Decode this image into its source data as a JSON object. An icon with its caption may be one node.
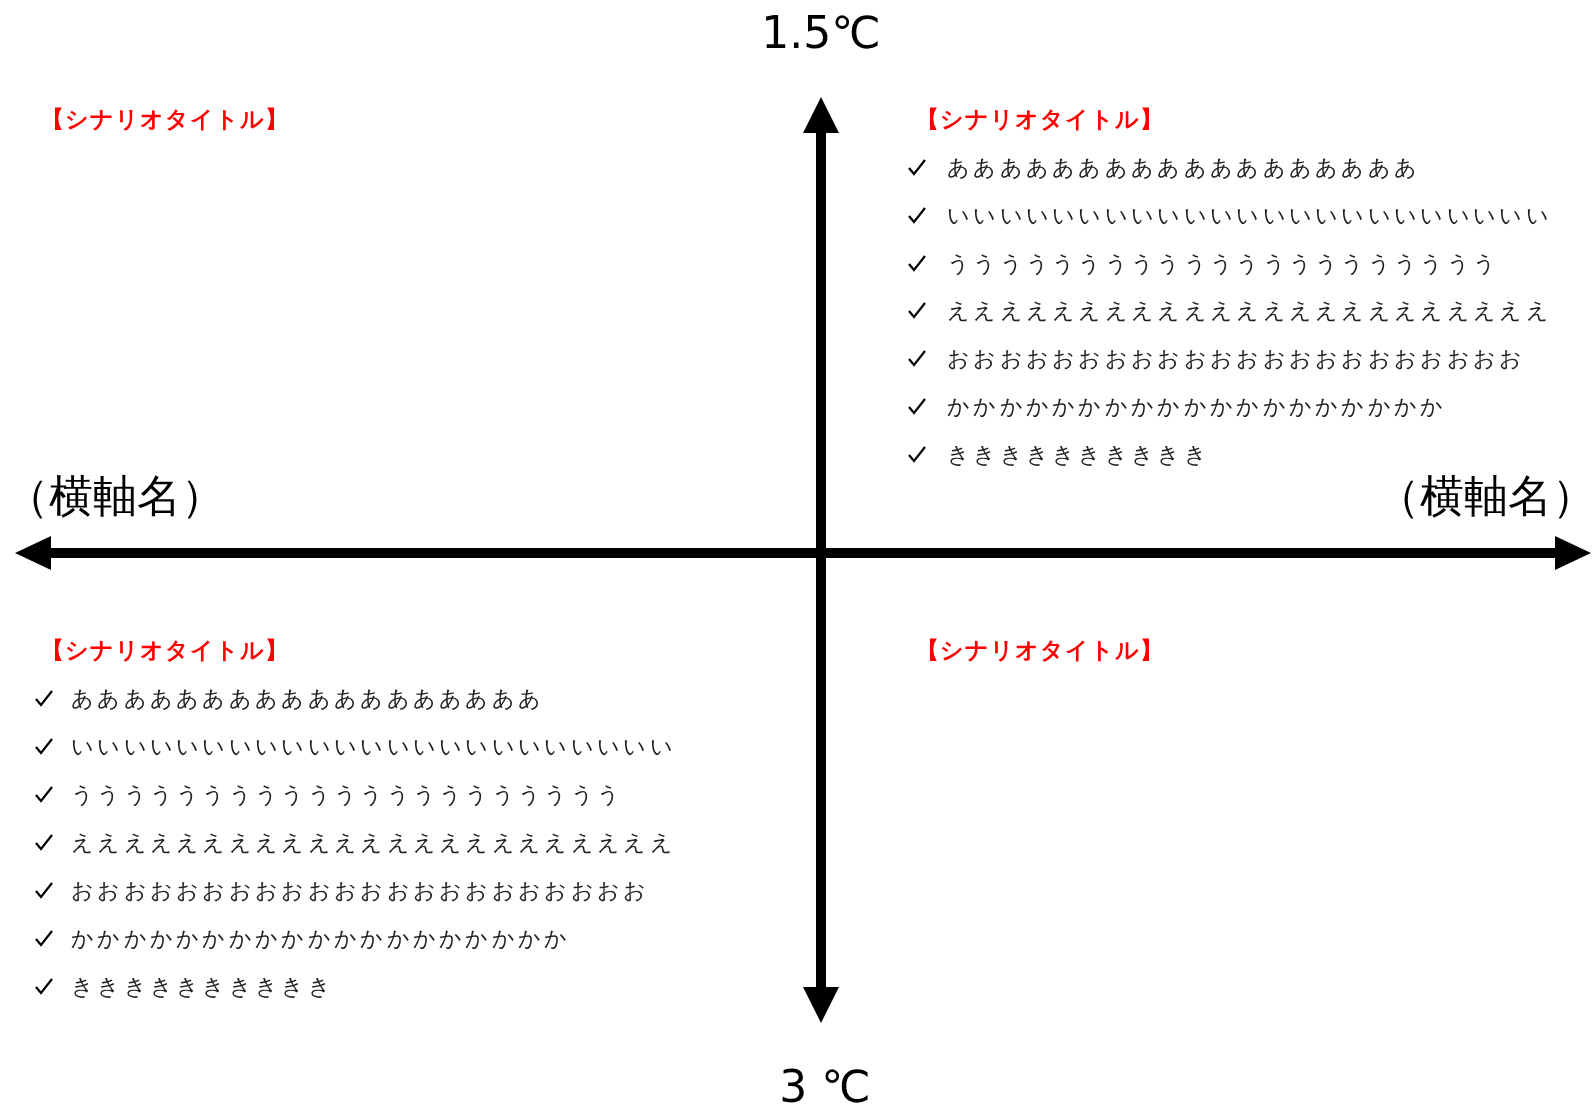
{
  "diagram": {
    "labels": [
      "1.5℃",
      "【シナリオタイトル】",
      "【シナリオタイトル】",
      "ああああああああああああああああああ",
      "いいいいいいいいいいいいいいいいいいいいいいい",
      "ううううううううううううううううううううう",
      "えええええええええええええええええええええええ",
      "おおおおおおおおおおおおおおおおおおおおおお",
      "かかかかかかかかかかかかかかかかかかか",
      "きききききききききき",
      "（横軸名）",
      "（横軸名）",
      "【シナリオタイトル】",
      "【シナリオタイトル】",
      "ああああああああああああああああああ",
      "いいいいいいいいいいいいいいいいいいいいいいい",
      "ううううううううううううううううううううう",
      "えええええええええええええええええええええええ",
      "おおおおおおおおおおおおおおおおおおおおおお",
      "かかかかかかかかかかかかかかかかかかか",
      "きききききききききき",
      "3 ℃"
    ]
  }
}
